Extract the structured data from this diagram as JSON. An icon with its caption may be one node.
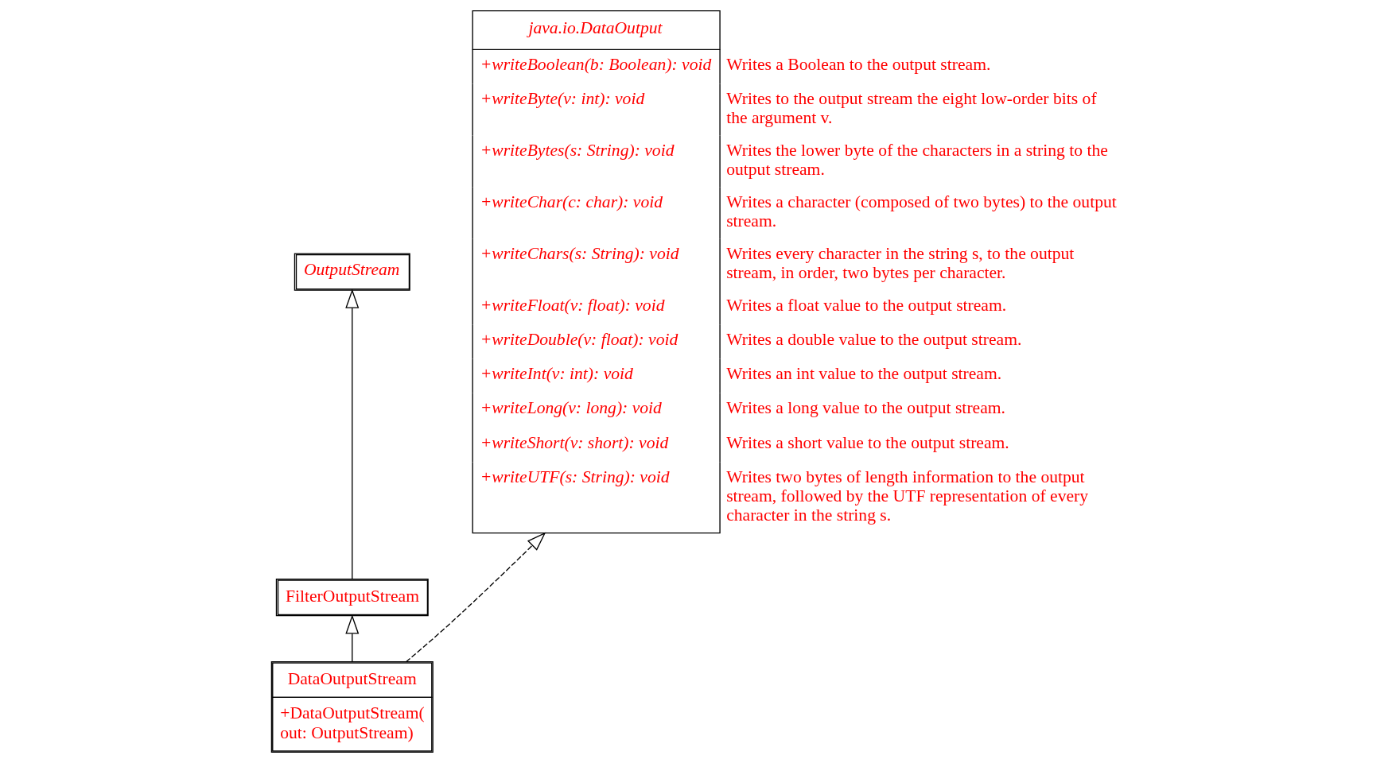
{
  "diagram": {
    "nodes": [
      {
        "text": [
          "OutputStream"
        ]
      },
      {
        "text": [
          "FilterOutputStream"
        ]
      },
      {
        "text": [
          "DataOutputStream",
          "+DataOutputStream( out: OutputStream)"
        ]
      },
      {
        "text": [
          "java.io.DataOutput",
          "+writeBoolean(b: Boolean): void",
          "+writeByte(v: int): void",
          "+writeBytes(s: String): void",
          "+writeChar(c: char): void",
          "+writeChars(s: String): void",
          "+writeFloat(v: float): void",
          "+writeDouble(v: float): void",
          "+writeInt(v: int): void",
          "+writeLong(v: long): void",
          "+writeShort(v: short): void",
          "+writeUTF(s: String): void"
        ],
        "beside": [
          "Writes a Boolean to the output stream.",
          "Writes to the output stream the eight low-order bits of the argument v.",
          "Writes the lower byte of the characters in a string to the output stream.",
          "Writes a character (composed of two bytes) to the output stream.",
          "Writes every character in the string s, to the output stream, in order, two bytes per character.",
          "Writes a float value to the output stream.",
          "Writes a double value to the output stream.",
          "Writes an int value to the output stream.",
          "Writes a long value to the output stream.",
          "Writes a short value to the output stream.",
          "Writes two bytes of length information to the output stream, followed by the UTF representation of every character in the string s."
        ]
      }
    ],
    "edges": [
      {
        "from": 1,
        "to": 0,
        "arrow": "to"
      },
      {
        "from": 2,
        "to": 1,
        "arrow": "to"
      },
      {
        "from": 2,
        "to": 3,
        "arrow": "to",
        "style": "dashed"
      }
    ]
  }
}
